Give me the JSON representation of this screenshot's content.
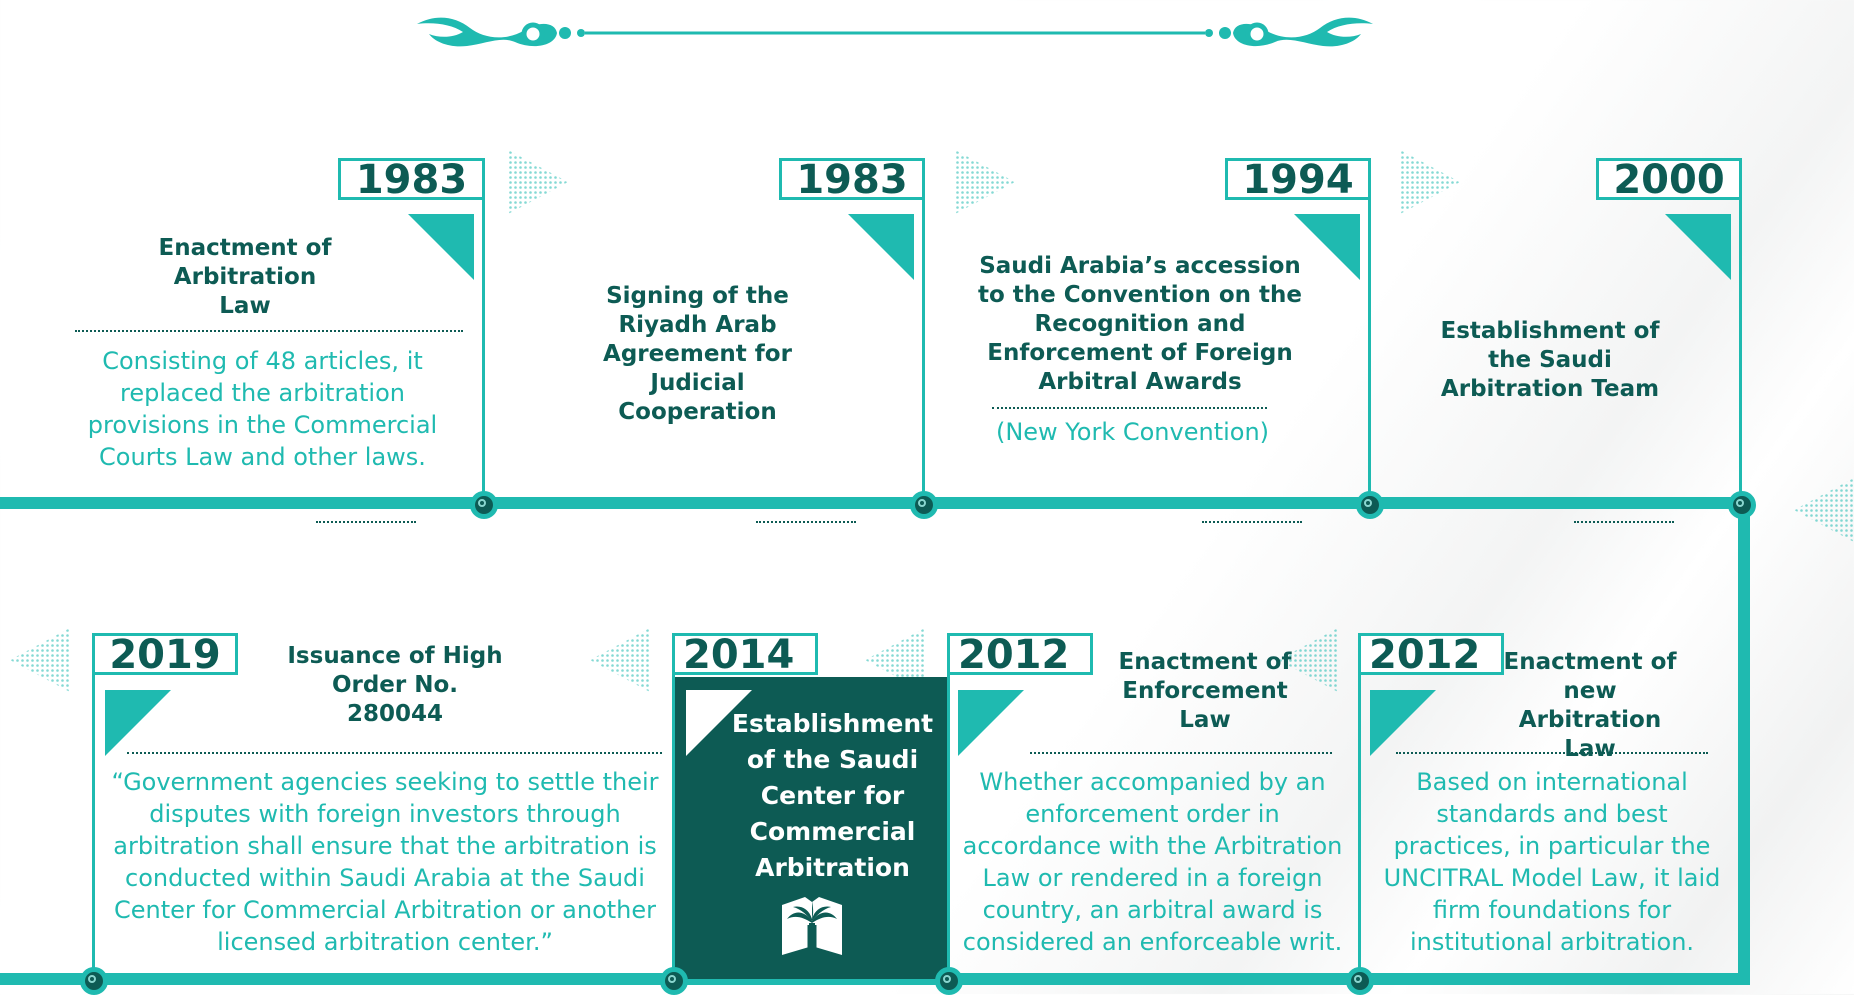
{
  "colors": {
    "accent": "#1fbab0",
    "dark": "#0d5b54",
    "background": "#ffffff"
  },
  "ornament": {
    "icon": "scroll-ornament-icon"
  },
  "top_row": [
    {
      "year": "1983",
      "title": "Enactment of Arbitration Law",
      "description": "Consisting of 48 articles, it replaced the arbitration provisions in the Commercial Courts Law and other laws."
    },
    {
      "year": "1983",
      "title": "Signing of the Riyadh Arab Agreement for Judicial Cooperation"
    },
    {
      "year": "1994",
      "title": "Saudi Arabia’s accession to the Convention on the Recognition and Enforcement of Foreign Arbitral Awards",
      "description": "(New York Convention)"
    },
    {
      "year": "2000",
      "title": "Establishment of the Saudi Arbitration Team"
    }
  ],
  "bottom_row": [
    {
      "year": "2019",
      "title": "Issuance of High Order No. 280044",
      "description": "“Government agencies seeking to settle their disputes with foreign investors through arbitration shall ensure that the arbitration is conducted within Saudi Arabia at the Saudi Center for Commercial Arbitration or another licensed arbitration center.”"
    },
    {
      "year": "2014",
      "title": "Establishment of the Saudi Center for Commercial Arbitration",
      "icon": "palm-book-logo-icon"
    },
    {
      "year": "2012",
      "title": "Enactment of Enforcement Law",
      "description": "Whether accompanied by an enforcement order in accordance with the Arbitration Law or rendered in a foreign country, an arbitral award is considered an enforceable writ."
    },
    {
      "year": "2012",
      "title": "Enactment of new Arbitration Law",
      "description": "Based on international standards and best practices, in particular the UNCITRAL Model Law, it laid firm foundations for institutional arbitration."
    }
  ]
}
